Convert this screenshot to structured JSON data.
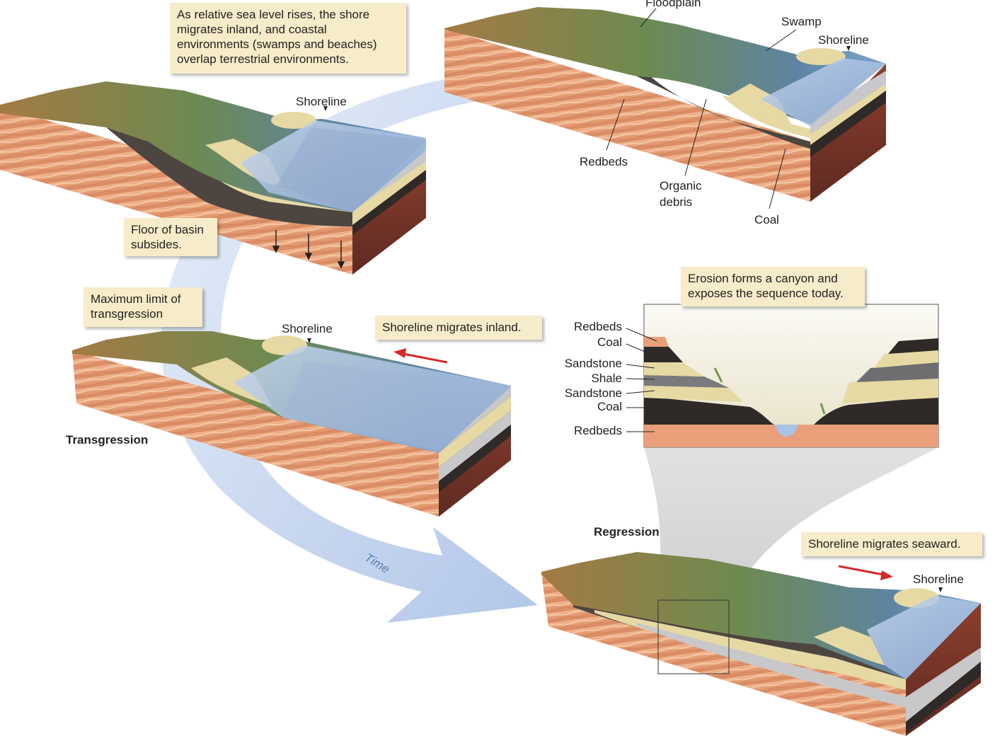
{
  "callouts": {
    "sea_level_rise": "As relative sea level rises, the shore\nmigrates inland, and coastal\nenvironments (swamps and beaches)\noverlap terrestrial environments.",
    "basin_subsides": "Floor of basin\nsubsides.",
    "max_transgression": "Maximum limit of\ntransgression",
    "migrates_inland": "Shoreline migrates inland.",
    "erosion": "Erosion forms a canyon and\nexposes the sequence today.",
    "migrates_seaward": "Shoreline migrates seaward."
  },
  "labels": {
    "floodplain": "Floodplain",
    "swamp": "Swamp",
    "shoreline": "Shoreline",
    "redbeds": "Redbeds",
    "organic_debris": "Organic\ndebris",
    "coal": "Coal",
    "transgression": "Transgression",
    "regression": "Regression",
    "time": "Time"
  },
  "canyon_layers": [
    "Redbeds",
    "Coal",
    "Sandstone",
    "Shale",
    "Sandstone",
    "Coal",
    "Redbeds"
  ],
  "colors": {
    "redbeds": "#e9a07a",
    "land_green": "#6f8a4f",
    "land_brown": "#a5773f",
    "sand": "#e6d9a4",
    "coal": "#2f2a27",
    "shale": "#a9a9ab",
    "organic": "#5b5147",
    "water": "#a9c3e6",
    "callout_bg": "#f7ecc9",
    "arrow_red": "#d32a2a",
    "time_arrow": "#b7cbea"
  }
}
